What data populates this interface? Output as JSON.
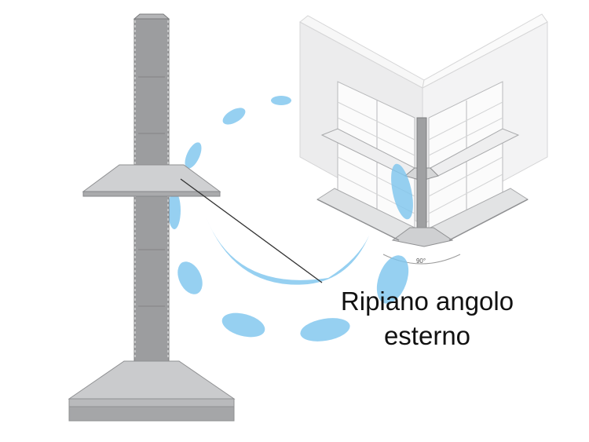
{
  "callout": {
    "line1": "Ripiano angolo",
    "line2": "esterno"
  },
  "angle_label": "90°",
  "colors": {
    "shelf": "#c7c8ca",
    "column": "#9a9b9d",
    "wall": "#efefef",
    "accent": "#7cc4ee",
    "leader": "#333333"
  },
  "icons": {
    "arrows": "blue-rotation-arrows",
    "column": "gondola-upright-column",
    "corner": "corner-shelving-unit"
  }
}
